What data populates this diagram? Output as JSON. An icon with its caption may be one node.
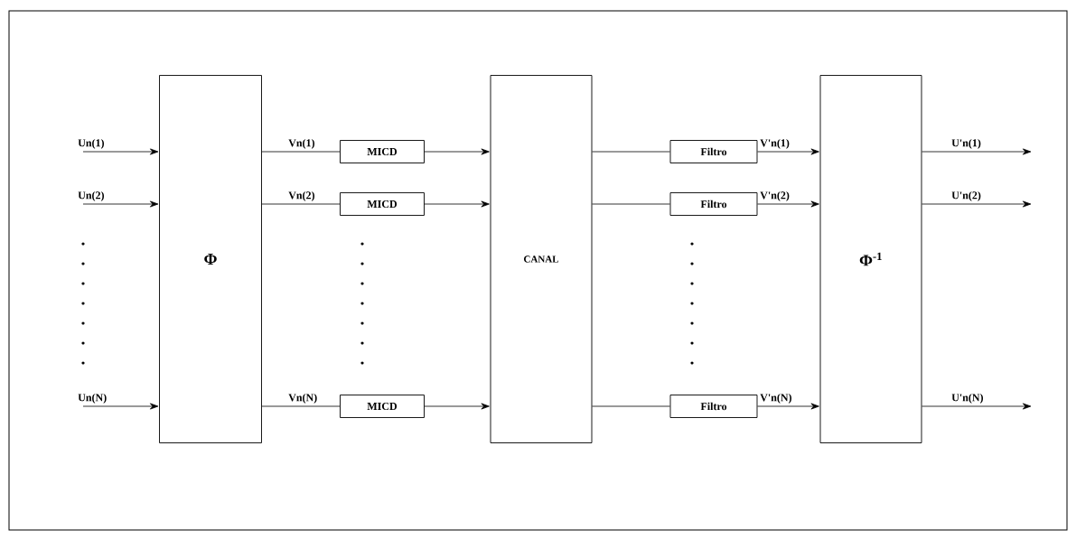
{
  "diagram": {
    "nodes": [
      {
        "text": [
          "Φ"
        ]
      },
      {
        "text": [
          "CANAL"
        ]
      },
      {
        "text": [
          "Φ$^{-1}$"
        ]
      },
      {
        "text": [
          "MICD"
        ]
      },
      {
        "text": [
          "MICD"
        ]
      },
      {
        "text": [
          "MICD"
        ]
      },
      {
        "text": [
          "Filtro"
        ]
      },
      {
        "text": [
          "Filtro"
        ]
      },
      {
        "text": [
          "Filtro"
        ]
      }
    ],
    "edges": [
      {
        "from": null,
        "to": 0,
        "arrow": "to",
        "label": "Un(1)"
      },
      {
        "from": null,
        "to": 0,
        "arrow": "to",
        "label": "Un(2)"
      },
      {
        "from": null,
        "to": 0,
        "arrow": "to",
        "label": "Un(N)"
      },
      {
        "from": 0,
        "to": 3,
        "arrow": "none",
        "label": "Vn(1)"
      },
      {
        "from": 0,
        "to": 4,
        "arrow": "none",
        "label": "Vn(2)"
      },
      {
        "from": 0,
        "to": 5,
        "arrow": "none",
        "label": "Vn(N)"
      },
      {
        "from": 3,
        "to": 1,
        "arrow": "to"
      },
      {
        "from": 4,
        "to": 1,
        "arrow": "to"
      },
      {
        "from": 5,
        "to": 1,
        "arrow": "to"
      },
      {
        "from": 1,
        "to": 6,
        "arrow": "none"
      },
      {
        "from": 1,
        "to": 7,
        "arrow": "none"
      },
      {
        "from": 1,
        "to": 8,
        "arrow": "none"
      },
      {
        "from": 6,
        "to": 2,
        "arrow": "to",
        "label": "V'n(1)"
      },
      {
        "from": 7,
        "to": 2,
        "arrow": "to",
        "label": "V'n(2)"
      },
      {
        "from": 8,
        "to": 2,
        "arrow": "to",
        "label": "V'n(N)"
      },
      {
        "from": 2,
        "to": null,
        "arrow": "to",
        "label": "U'n(1)"
      },
      {
        "from": 2,
        "to": null,
        "arrow": "to",
        "label": "U'n(2)"
      },
      {
        "from": 2,
        "to": null,
        "arrow": "to",
        "label": "U'n(N)"
      }
    ]
  }
}
